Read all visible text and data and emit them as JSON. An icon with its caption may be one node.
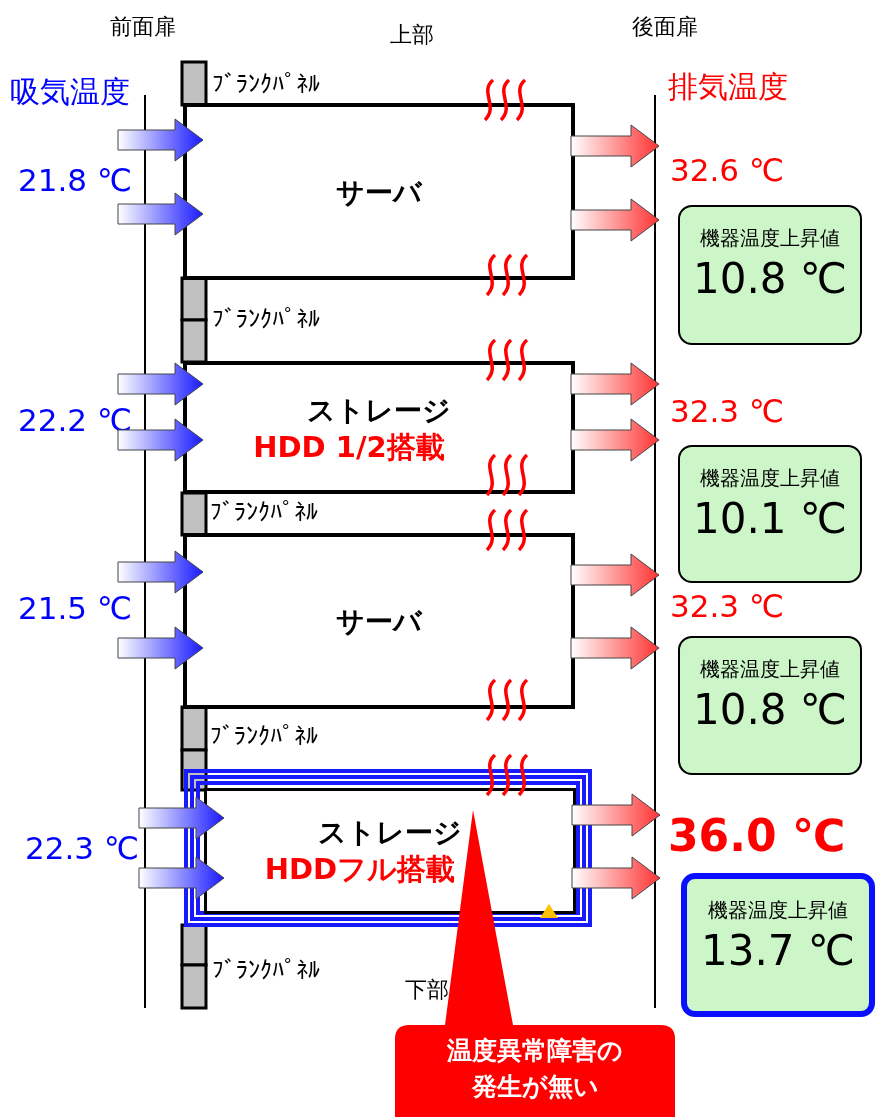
{
  "diagram": {
    "nodes": [
      {
        "text": [
          "サーバ"
        ]
      },
      {
        "text": [
          "ストレージ",
          "HDD 1/2搭載"
        ]
      },
      {
        "text": [
          "サーバ"
        ]
      },
      {
        "text": [
          "ストレージ",
          "HDDフル搭載"
        ]
      },
      {
        "text": [
          "機器温度上昇値",
          "10.8 ℃"
        ]
      },
      {
        "text": [
          "機器温度上昇値",
          "10.1 ℃"
        ]
      },
      {
        "text": [
          "機器温度上昇値",
          "10.8 ℃"
        ]
      },
      {
        "text": [
          "機器温度上昇値",
          "13.7 ℃"
        ]
      },
      {
        "text": [
          "温度異常障害の発生が無い"
        ]
      }
    ],
    "edges": [
      {
        "from": null,
        "to": 0,
        "arrow": "to"
      },
      {
        "from": null,
        "to": 0,
        "arrow": "to"
      },
      {
        "from": 0,
        "to": null,
        "arrow": "to"
      },
      {
        "from": 0,
        "to": null,
        "arrow": "to"
      },
      {
        "from": null,
        "to": 1,
        "arrow": "to"
      },
      {
        "from": null,
        "to": 1,
        "arrow": "to"
      },
      {
        "from": 1,
        "to": null,
        "arrow": "to"
      },
      {
        "from": 1,
        "to": null,
        "arrow": "to"
      },
      {
        "from": null,
        "to": 2,
        "arrow": "to"
      },
      {
        "from": null,
        "to": 2,
        "arrow": "to"
      },
      {
        "from": 2,
        "to": null,
        "arrow": "to"
      },
      {
        "from": 2,
        "to": null,
        "arrow": "to"
      },
      {
        "from": null,
        "to": 3,
        "arrow": "to"
      },
      {
        "from": null,
        "to": 3,
        "arrow": "to"
      },
      {
        "from": 3,
        "to": null,
        "arrow": "to"
      },
      {
        "from": 3,
        "to": null,
        "arrow": "to"
      }
    ],
    "labels": [
      "前面扉",
      "上部",
      "後面扉",
      "吸気温度",
      "ﾌﾞﾗﾝｸﾊﾟﾈﾙ",
      "排気温度",
      "21.8 ℃",
      "32.6 ℃",
      "ﾌﾞﾗﾝｸﾊﾟﾈﾙ",
      "22.2 ℃",
      "32.3 ℃",
      "ﾌﾞﾗﾝｸﾊﾟﾈﾙ",
      "21.5 ℃",
      "32.3 ℃",
      "ﾌﾞﾗﾝｸﾊﾟﾈﾙ",
      "36.0 ℃",
      "22.3 ℃",
      "ﾌﾞﾗﾝｸﾊﾟﾈﾙ",
      "下部"
    ]
  }
}
